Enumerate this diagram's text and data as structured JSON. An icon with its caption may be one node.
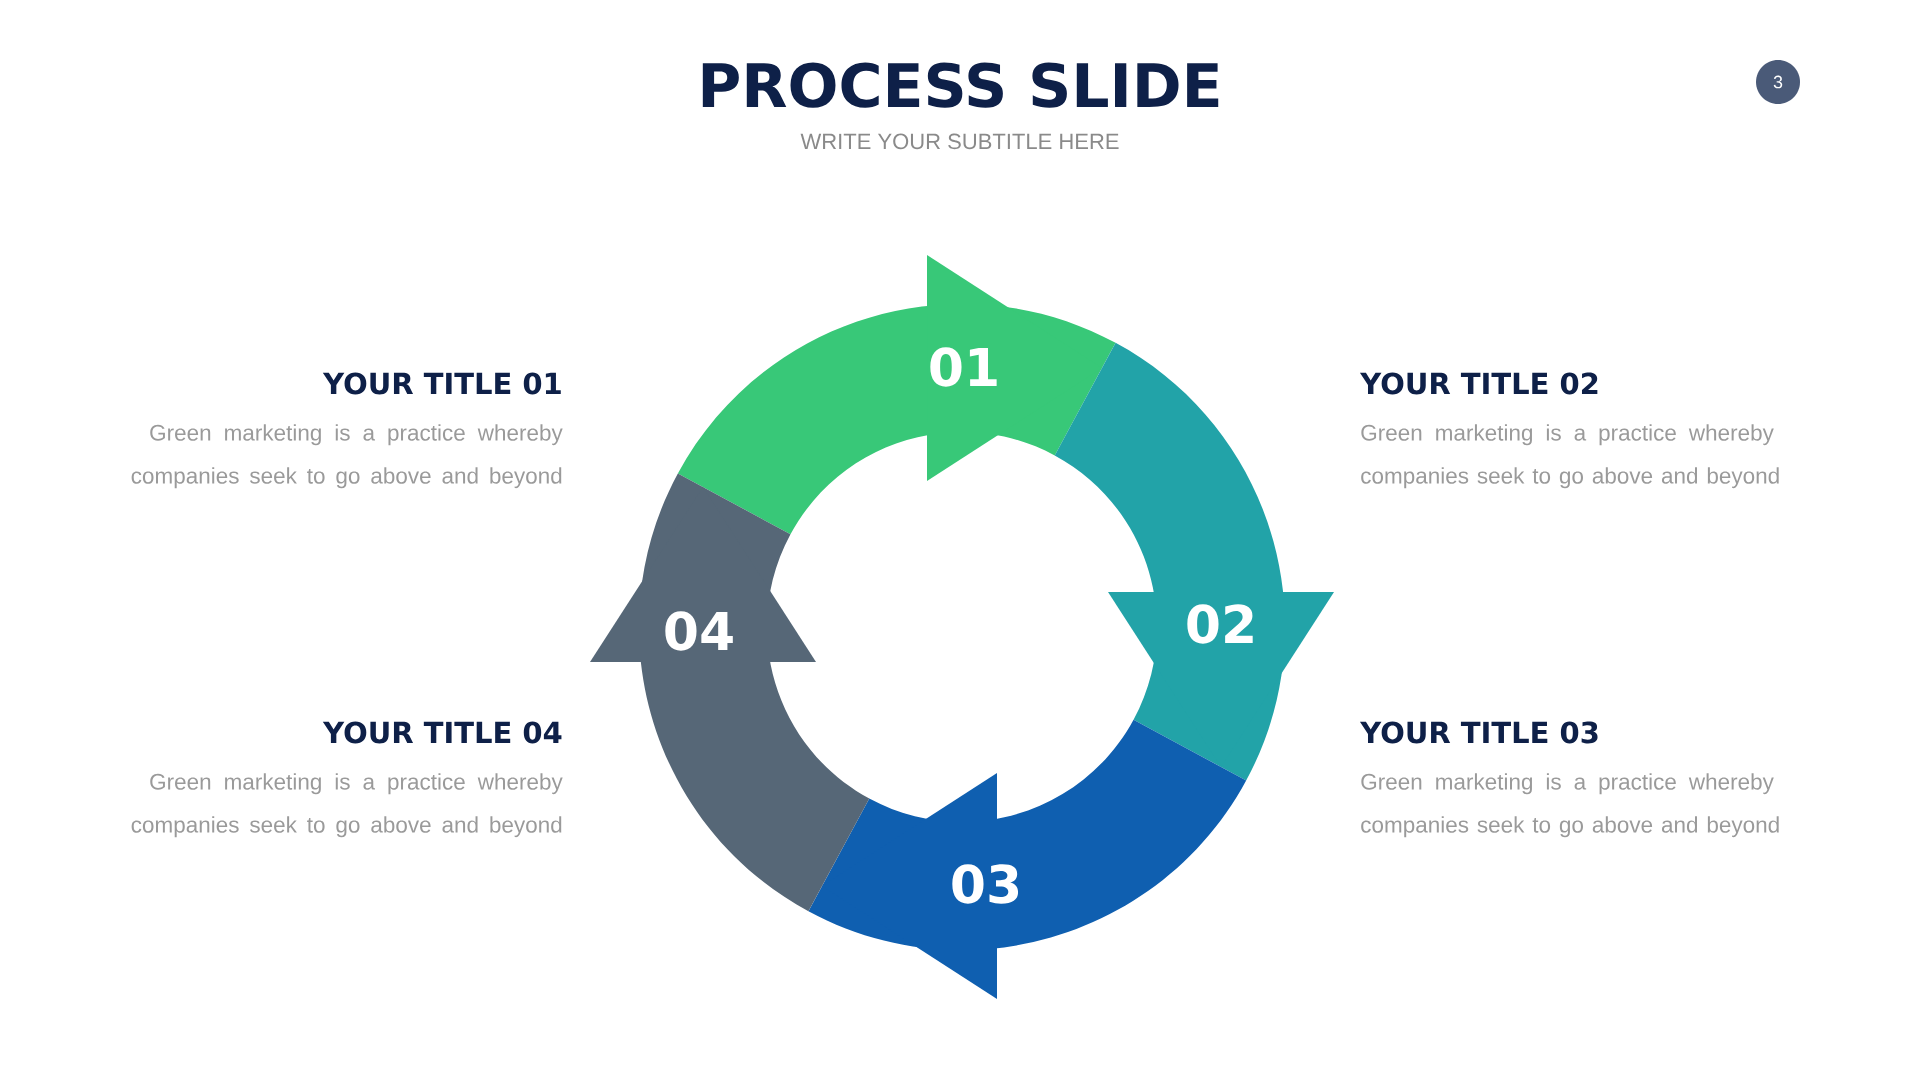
{
  "diagram": {
    "title": "PROCESS SLIDE",
    "nodes": [
      {
        "text": [
          "3"
        ]
      },
      {
        "text": [
          "01"
        ]
      },
      {
        "text": [
          "02"
        ]
      },
      {
        "text": [
          "03"
        ]
      },
      {
        "text": [
          "04"
        ]
      }
    ],
    "labels": [
      "WRITE YOUR SUBTITLE HERE",
      "YOUR TITLE 01",
      "Green marketing is a practice whereby companies seek to go above and beyond",
      "YOUR TITLE 02",
      "Green marketing is a practice whereby companies seek to go above and beyond",
      "YOUR TITLE 04",
      "Green marketing is a practice whereby companies seek to go above and beyond",
      "YOUR TITLE 03",
      "Green marketing is a practice whereby companies seek to go above and beyond"
    ]
  }
}
